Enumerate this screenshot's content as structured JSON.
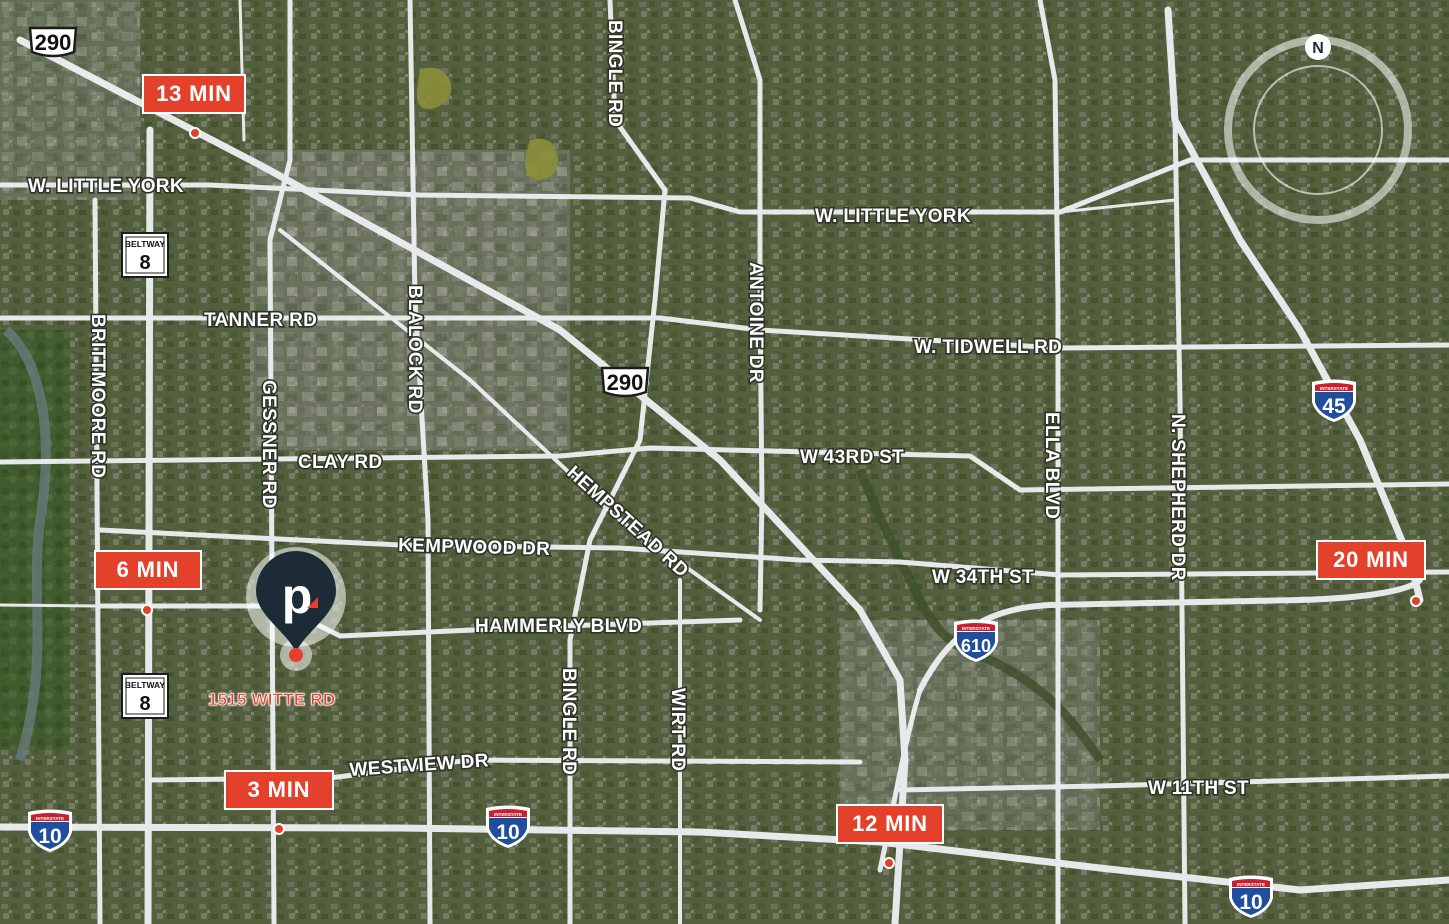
{
  "map": {
    "north_label": "N",
    "colors": {
      "accent": "#e3412b",
      "road": "#eef1f4",
      "marker": "#1c2b36",
      "interstate_blue": "#1f4e9c",
      "interstate_red": "#c8202f"
    },
    "road_labels": {
      "w_little_york_west": "W. LITTLE YORK",
      "w_little_york_east": "W. LITTLE YORK",
      "tanner_rd": "TANNER RD",
      "w_tidwell_rd": "W. TIDWELL RD",
      "clay_rd": "CLAY RD",
      "w_43rd_st": "W 43RD ST",
      "kempwood_dr": "KEMPWOOD DR",
      "w_34th_st": "W 34TH ST",
      "hammerly_blvd": "HAMMERLY BLVD",
      "westview_dr": "WESTVIEW DR",
      "w_11th_st": "W 11TH ST",
      "brittmoore_rd": "BRITTMOORE RD",
      "gessner_rd": "GESSNER RD",
      "blalock_rd": "BLALOCK RD",
      "bingle_rd_north": "BINGLE RD",
      "bingle_rd_south": "BINGLE RD",
      "antoine_dr": "ANTOINE DR",
      "hempstead_rd": "HEMPSTEAD RD",
      "wirt_rd": "WIRT RD",
      "ella_blvd": "ELLA BLVD",
      "n_shepherd_dr": "N. SHEPHERD DR"
    },
    "shields": {
      "us290_a": "290",
      "us290_b": "290",
      "beltway_label": "BELTWAY",
      "beltway_num": "8",
      "interstate_label": "INTERSTATE",
      "i45": "45",
      "i610": "610",
      "i10": "10"
    },
    "drive_times": {
      "t13": "13 MIN",
      "t6": "6 MIN",
      "t3": "3 MIN",
      "t12": "12 MIN",
      "t20": "20 MIN"
    },
    "property": {
      "address": "1515 WITTE RD",
      "logo_letter": "p"
    }
  }
}
